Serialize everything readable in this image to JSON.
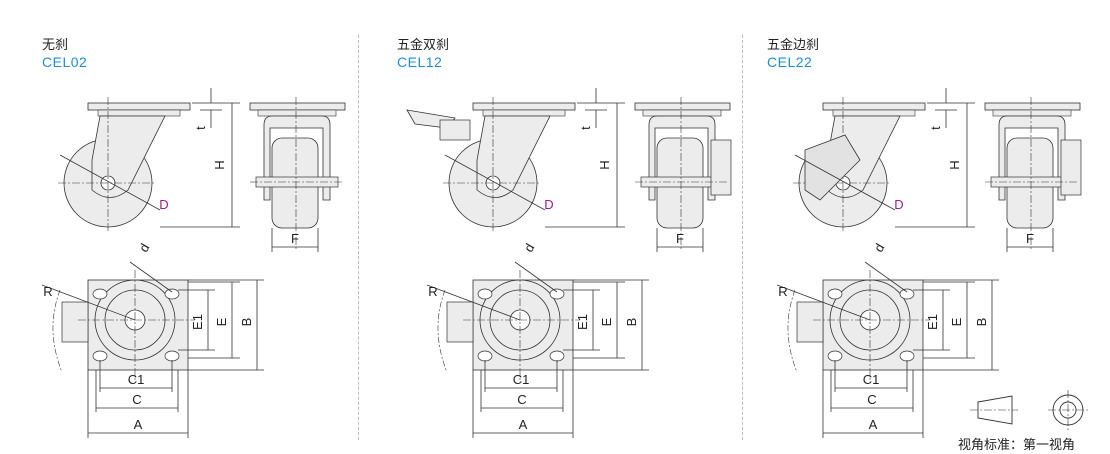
{
  "panels": [
    {
      "title": "无刹",
      "code": "CEL02",
      "brake": "none"
    },
    {
      "title": "五金双刹",
      "code": "CEL12",
      "brake": "double"
    },
    {
      "title": "五金边刹",
      "code": "CEL22",
      "brake": "side"
    }
  ],
  "dimension_labels": {
    "H": "H",
    "t": "t",
    "D": "D",
    "F": "F",
    "d": "d",
    "R": "R",
    "E1": "E1",
    "E": "E",
    "B": "B",
    "C1": "C1",
    "C": "C",
    "A": "A"
  },
  "projection_legend": "视角标准：第一视角",
  "colors": {
    "code": "#1a8fd0",
    "D_label": "#9b1b8f",
    "line": "#333333",
    "fill": "#ececec"
  }
}
